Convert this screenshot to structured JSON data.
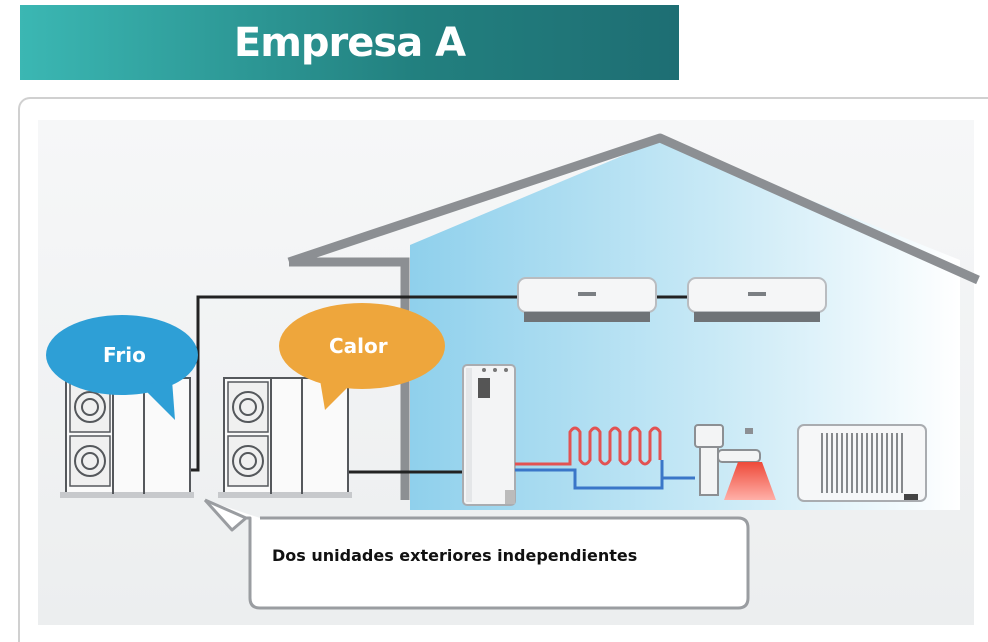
{
  "title": "Empresa A",
  "labels": {
    "cold_bubble": "Frio",
    "heat_bubble": "Calor",
    "callout": "Dos unidades exteriores independientes"
  },
  "colors": {
    "banner_left": "#3bb7b3",
    "banner_right": "#1e6e73",
    "cold_bubble": "#2e9fd6",
    "heat_bubble": "#eea63c",
    "house_interior": "#aadbef"
  }
}
